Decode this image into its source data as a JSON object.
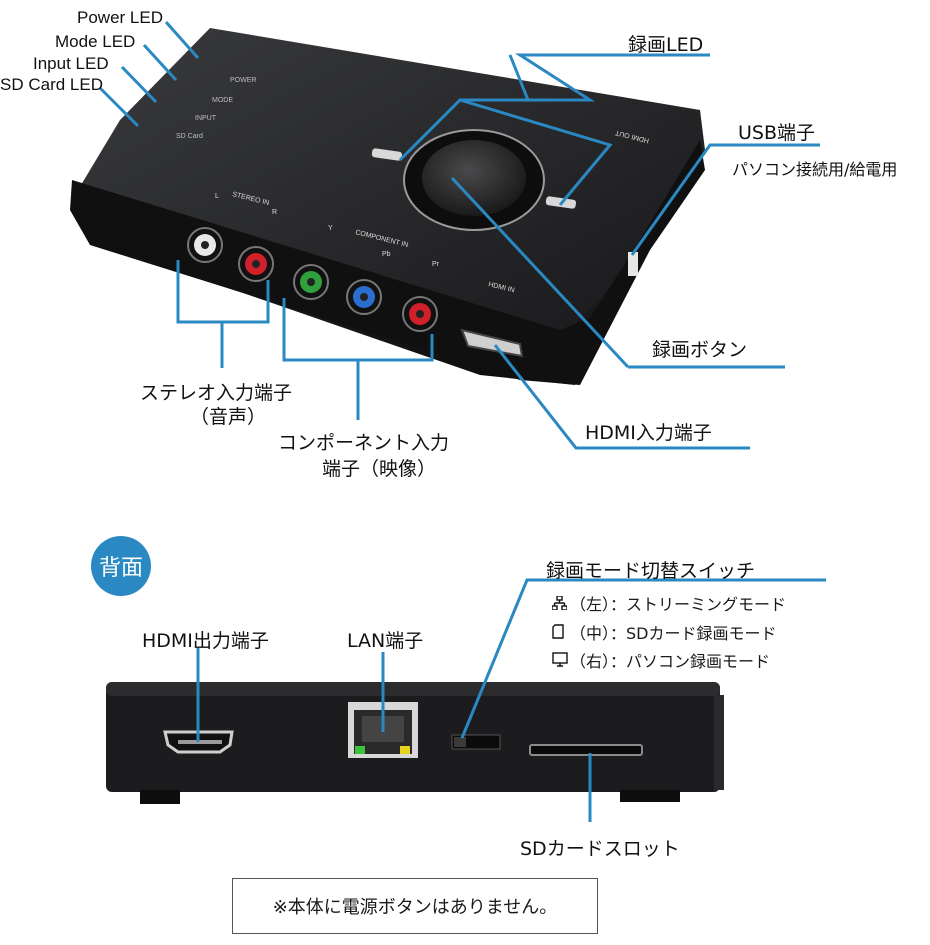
{
  "top_labels": {
    "power_led": "Power LED",
    "mode_led": "Mode LED",
    "input_led": "Input LED",
    "sdcard_led": "SD Card LED",
    "rec_led": "録画LED",
    "usb_port": "USB端子",
    "usb_desc": "パソコン接続用/給電用",
    "rec_button": "録画ボタン",
    "hdmi_in_port": "HDMI入力端子",
    "stereo_in_line1": "ステレオ入力端子",
    "stereo_in_line2": "（音声）",
    "component_line1": "コンポーネント入力",
    "component_line2": "端子（映像）"
  },
  "device_silk": {
    "power": "POWER",
    "mode": "MODE",
    "input": "INPUT",
    "sdcard": "SD Card",
    "stereo": "STEREO IN",
    "l": "L",
    "r": "R",
    "component": "COMPONENT IN",
    "y": "Y",
    "pb": "Pb",
    "pr": "Pr",
    "hdmi_in": "HDMI IN",
    "hdmi_out": "HDMI OUT"
  },
  "back": {
    "badge": "背面",
    "hdmi_out_port": "HDMI出力端子",
    "lan_port": "LAN端子",
    "mode_switch": "録画モード切替スイッチ",
    "sd_slot": "SDカードスロット",
    "modes": [
      {
        "icon": "network-icon",
        "pos": "（左）",
        "desc": "：ストリーミングモード"
      },
      {
        "icon": "sdcard-icon",
        "pos": "（中）",
        "desc": "：SDカード録画モード"
      },
      {
        "icon": "monitor-icon",
        "pos": "（右）",
        "desc": "：パソコン録画モード"
      }
    ]
  },
  "note": "※本体に電源ボタンはありません。",
  "colors": {
    "callout": "#2a88c2",
    "device": "#1b1b1d",
    "rca_white": "#e8e8e8",
    "rca_red": "#d0202a",
    "rca_green": "#2fa03c",
    "rca_blue": "#2a6fd0"
  }
}
